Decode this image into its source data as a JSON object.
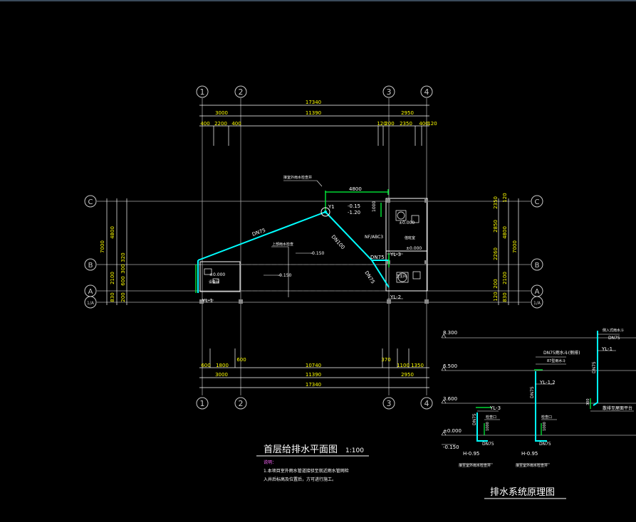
{
  "colors": {
    "background": "#000000",
    "grid_line": "#b8b8b8",
    "axis_bubble": "#c8c8c8",
    "dimension_text": "#ffff00",
    "pipe": "#00ffff",
    "green": "#00ff3c",
    "wall": "#ffffff",
    "note_title": "#ff66ff",
    "label": "#ffffff"
  },
  "axes": {
    "columns": [
      "1",
      "2",
      "3",
      "4"
    ],
    "rows": [
      "C",
      "B",
      "A",
      "1/A"
    ]
  },
  "dims_top": {
    "total": "17340",
    "row2": [
      "3000",
      "11390",
      "2950"
    ],
    "row3": [
      "400",
      "2200",
      "400",
      "120",
      "200",
      "2350",
      "400",
      "120"
    ]
  },
  "dims_bottom": {
    "row1": [
      "600",
      "1800",
      "600",
      "10740",
      "370",
      "1100",
      "1350"
    ],
    "row2": [
      "3000",
      "11390",
      "2950"
    ],
    "total": "17340"
  },
  "dims_left": [
    "4800",
    "7000",
    "320",
    "2100",
    "300",
    "600",
    "830",
    "200"
  ],
  "dims_right": [
    "2350",
    "120",
    "2850",
    "4800",
    "7000",
    "2260",
    "2100",
    "200",
    "120",
    "830"
  ],
  "plan_labels": {
    "y1": "Y1",
    "y1_level_1": "-0.15",
    "y1_level_2": "-1.20",
    "dim_4800": "4800",
    "dim_1000": "1000",
    "pipe_dn75_left": "DN75",
    "pipe_dn100": "DN100",
    "pipe_dn75_mid": "DN75",
    "pipe_dn75_lower": "DN75",
    "level_m015": "-0.150",
    "level_m015b": "-0.150",
    "level_000_right": "±0.000",
    "level_000_mid": "±0.000",
    "level_000_left": "±0.000",
    "nf_abc": "NF/ABC3",
    "ytl1": "YL-1",
    "ytl2": "YL-2",
    "ytl3": "YL-3",
    "note_top": "接室外雨水检查井",
    "note_mid": "上部雨水检查",
    "room_right_top": "值班室",
    "room_right_bottom": "卫生间",
    "room_left": "设备间"
  },
  "plan_title": {
    "main": "首层给排水平面图",
    "scale": "1:100"
  },
  "notes": {
    "title": "说明：",
    "line1": "1.本项目室外雨水管道接驳至就近雨水管网检",
    "line2": "入井后标高及位置后，方可进行施工。"
  },
  "system": {
    "title": "排水系统原理图",
    "levels": [
      "8.300",
      "6.500",
      "3.600",
      "±0.000",
      "-0.150"
    ],
    "yl1": "YL-1",
    "yl12": "YL-1,2",
    "yl3": "YL-3",
    "dn75": "DN75",
    "dn75_2": "DN75",
    "dn75_3": "DN75",
    "dn75_4": "DN75",
    "dn75_5": "DN75",
    "dn75_top": "DN75",
    "h1": "H-0.95",
    "h2": "H-0.95",
    "dim_300": "300",
    "dim_1000a": "1000",
    "dim_1000b": "1000",
    "roof_note": "侧入式雨水斗",
    "mid_note1": "DN75雨水斗(侧排)",
    "mid_note2": "87型雨水斗",
    "floor_drain1": "检查口",
    "floor_drain2": "检查口",
    "bottom_note1": "接至室外雨水检查井",
    "bottom_note2": "接至室外雨水检查井",
    "right_note": "散排至屋面平台"
  }
}
